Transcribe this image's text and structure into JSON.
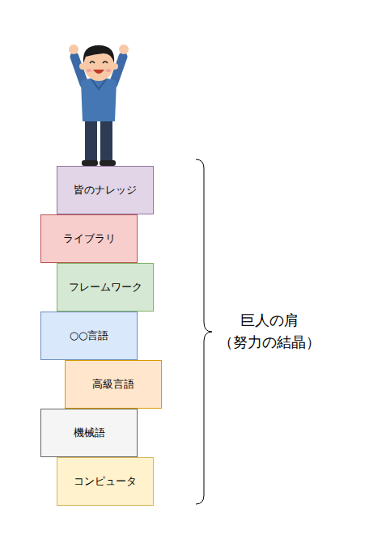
{
  "diagram": {
    "nodes": [
      {
        "text": [
          "皆のナレッジ"
        ]
      },
      {
        "text": [
          "ライブラリ"
        ]
      },
      {
        "text": [
          "フレームワーク"
        ]
      },
      {
        "text": [
          "○○言語"
        ]
      },
      {
        "text": [
          "高級言語"
        ]
      },
      {
        "text": [
          "機械語"
        ]
      },
      {
        "text": [
          "コンピュータ"
        ]
      }
    ],
    "labels": [
      "巨人の肩",
      "（努力の結晶）"
    ]
  }
}
